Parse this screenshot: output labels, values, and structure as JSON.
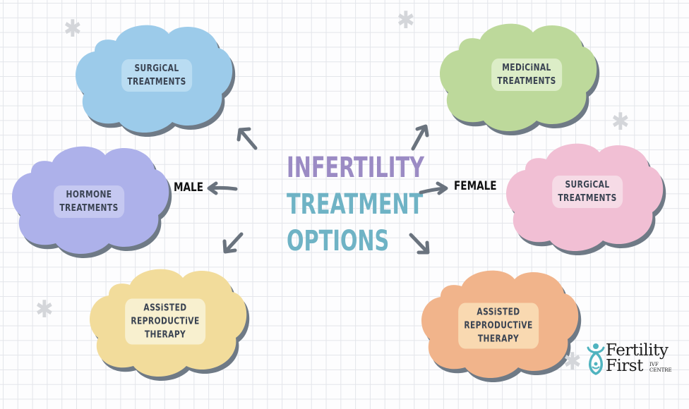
{
  "title": {
    "line1": "INFERTILITY",
    "line2": "TREATMENT",
    "line3": "OPTIONS",
    "color_line1": "#9b8bc4",
    "color_line2": "#6fb3c5"
  },
  "branches": {
    "male": {
      "label": "MALE",
      "options": [
        {
          "label_line1": "SURGiCAL",
          "label_line2": "TREATMENTS",
          "label_line3": "",
          "color": "#9ccbea"
        },
        {
          "label_line1": "HORMONE",
          "label_line2": "TREATMENTS",
          "label_line3": "",
          "color": "#adb1ea"
        },
        {
          "label_line1": "ASSiSTED",
          "label_line2": "REPRODUCTiVE",
          "label_line3": "THERAPY",
          "color": "#f2dc9b"
        }
      ]
    },
    "female": {
      "label": "FEMALE",
      "options": [
        {
          "label_line1": "MEDiCiNAL",
          "label_line2": "TREATMENTS",
          "label_line3": "",
          "color": "#bdd99b"
        },
        {
          "label_line1": "SURGiCAL",
          "label_line2": "TREATMENTS",
          "label_line3": "",
          "color": "#f1bfd4"
        },
        {
          "label_line1": "ASSiSTED",
          "label_line2": "REPRODUCTiVE",
          "label_line3": "THERAPY",
          "color": "#f1b48b"
        }
      ]
    }
  },
  "logo": {
    "line1": "Fertility",
    "line2": "First",
    "tag1": "IVF",
    "tag2": "CENTRE",
    "icon": "person-ribbon-icon",
    "color": "#4fb3bf"
  },
  "decorations": {
    "sparkle_icon": "✱"
  }
}
